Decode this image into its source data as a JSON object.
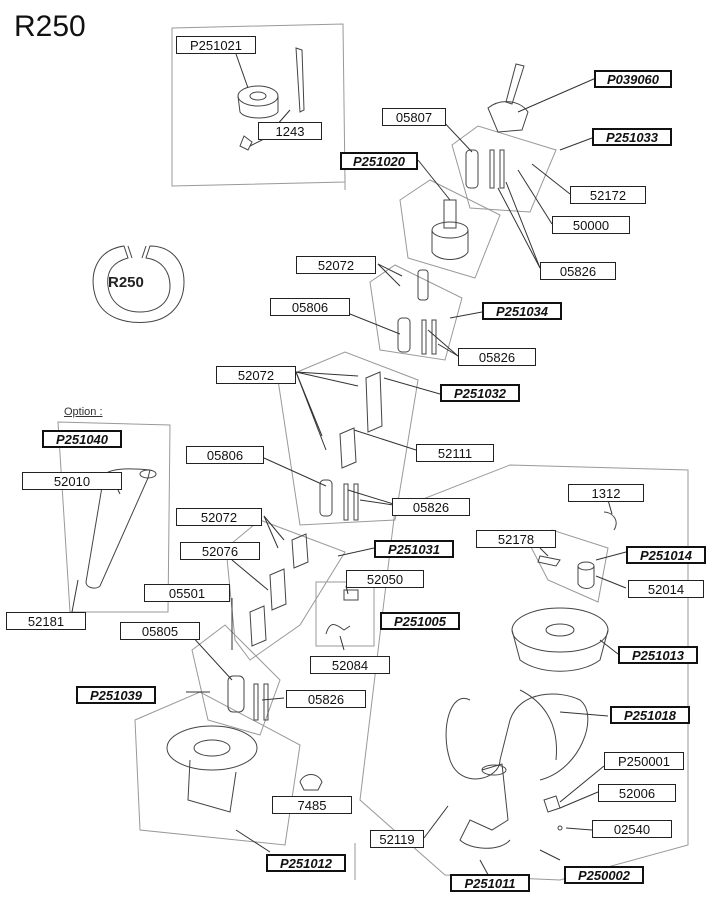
{
  "title": "R250",
  "option_label": "Option :",
  "logo_text": "R250",
  "labels": {
    "p251021": "P251021",
    "l1243": "1243",
    "p251020": "P251020",
    "p039060": "P039060",
    "l05807": "05807",
    "p251033": "P251033",
    "l52172": "52172",
    "l50000": "50000",
    "l05826_a": "05826",
    "l52072_a": "52072",
    "l05806_a": "05806",
    "p251034": "P251034",
    "l05826_b": "05826",
    "l52072_b": "52072",
    "p251032": "P251032",
    "p251040": "P251040",
    "l52010": "52010",
    "l52111": "52111",
    "l05806_b": "05806",
    "l05826_c": "05826",
    "l1312": "1312",
    "l52072_c": "52072",
    "l52178": "52178",
    "p251031": "P251031",
    "p251014": "P251014",
    "l52076": "52076",
    "l52050": "52050",
    "l52014": "52014",
    "l05501": "05501",
    "p251005": "P251005",
    "l52181": "52181",
    "l05805": "05805",
    "p251013": "P251013",
    "l52084": "52084",
    "p251039": "P251039",
    "l05826_d": "05826",
    "p251018": "P251018",
    "p250001": "P250001",
    "l52006": "52006",
    "l7485": "7485",
    "l02540": "02540",
    "l52119": "52119",
    "p251012": "P251012",
    "p250002": "P250002",
    "p251011": "P251011"
  }
}
